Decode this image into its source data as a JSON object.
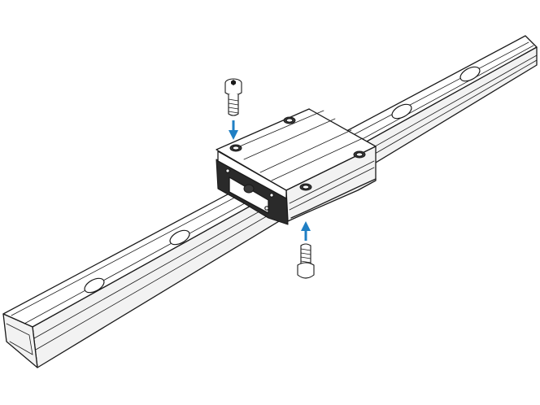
{
  "diagram": {
    "subject": "linear-guide-assembly",
    "parts": [
      "rail",
      "carriage-block",
      "top-screw",
      "bottom-screw"
    ],
    "colors": {
      "line": "#1a1a1a",
      "arrow": "#1f7fc4",
      "background": "#ffffff",
      "carriage_dark": "#2a2a2a"
    },
    "icons": [
      "down-arrow-icon",
      "up-arrow-icon"
    ]
  }
}
